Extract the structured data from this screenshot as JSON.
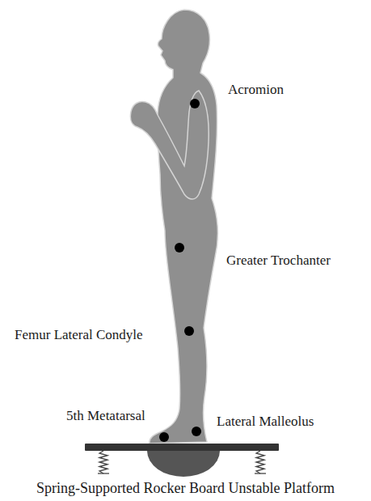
{
  "diagram": {
    "caption": "Spring-Supported Rocker Board Unstable Platform",
    "labels": [
      "Acromion",
      "Greater Trochanter",
      "Femur Lateral Condyle",
      "5th Metatarsal",
      "Lateral Malleolus"
    ]
  }
}
